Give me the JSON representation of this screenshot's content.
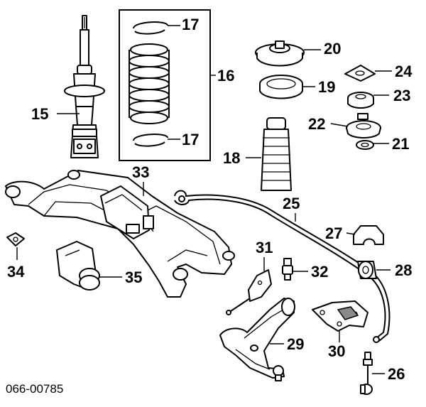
{
  "diagram_code": "066-00785",
  "callouts": {
    "c15": "15",
    "c16": "16",
    "c17a": "17",
    "c17b": "17",
    "c18": "18",
    "c19": "19",
    "c20": "20",
    "c21": "21",
    "c22": "22",
    "c23": "23",
    "c24": "24",
    "c25": "25",
    "c26": "26",
    "c27": "27",
    "c28": "28",
    "c29": "29",
    "c30": "30",
    "c31": "31",
    "c32": "32",
    "c33": "33",
    "c34": "34",
    "c35": "35"
  }
}
